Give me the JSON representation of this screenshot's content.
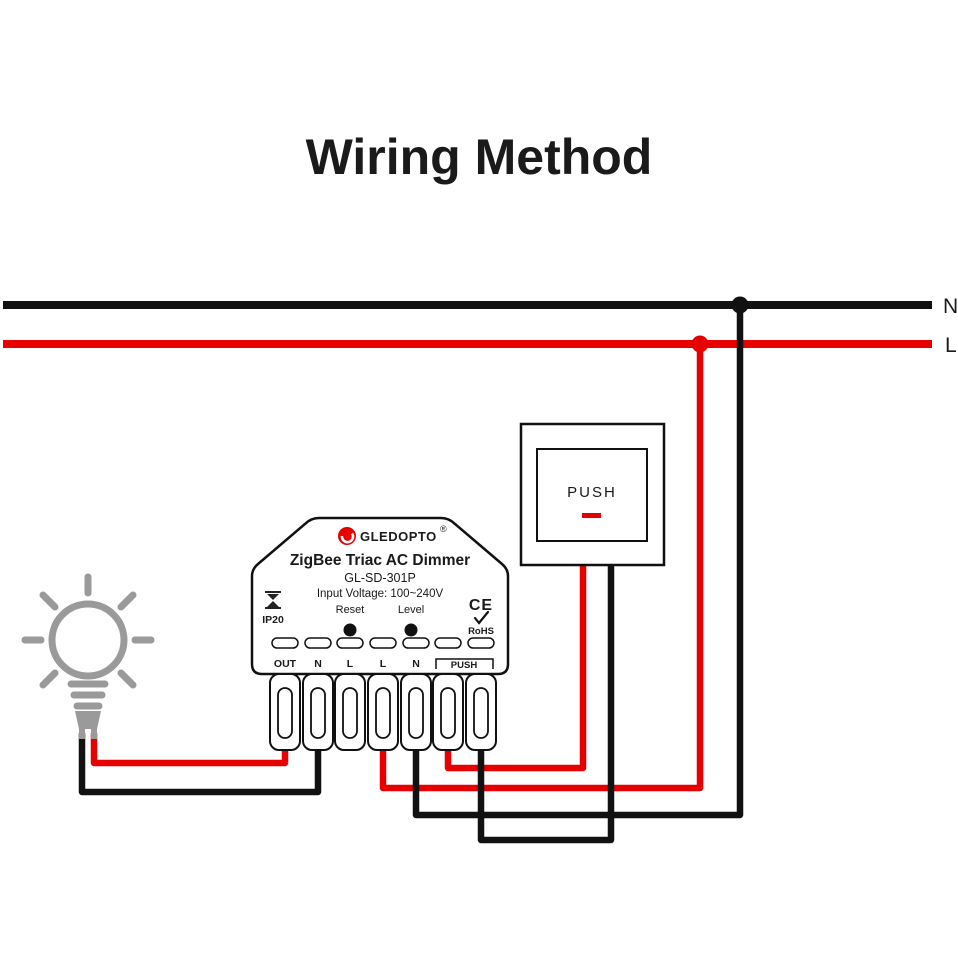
{
  "title": "Wiring Method",
  "colors": {
    "wire_red": "#e60000",
    "wire_black": "#111111",
    "bulb_gray": "#9a9a9a"
  },
  "mains": {
    "neutral_label": "N",
    "live_label": "L"
  },
  "push_button": {
    "label": "PUSH"
  },
  "device": {
    "brand": "GLEDOPTO",
    "registered_mark": "®",
    "product_name": "ZigBee Triac AC Dimmer",
    "model": "GL-SD-301P",
    "input_voltage": "Input Voltage: 100~240V",
    "reset_label": "Reset",
    "level_label": "Level",
    "ip_rating": "IP20",
    "ce_mark": "CE",
    "rohs_label": "RoHS",
    "terminals": [
      "OUT",
      "N",
      "L",
      "L",
      "N",
      "PUSH"
    ]
  }
}
